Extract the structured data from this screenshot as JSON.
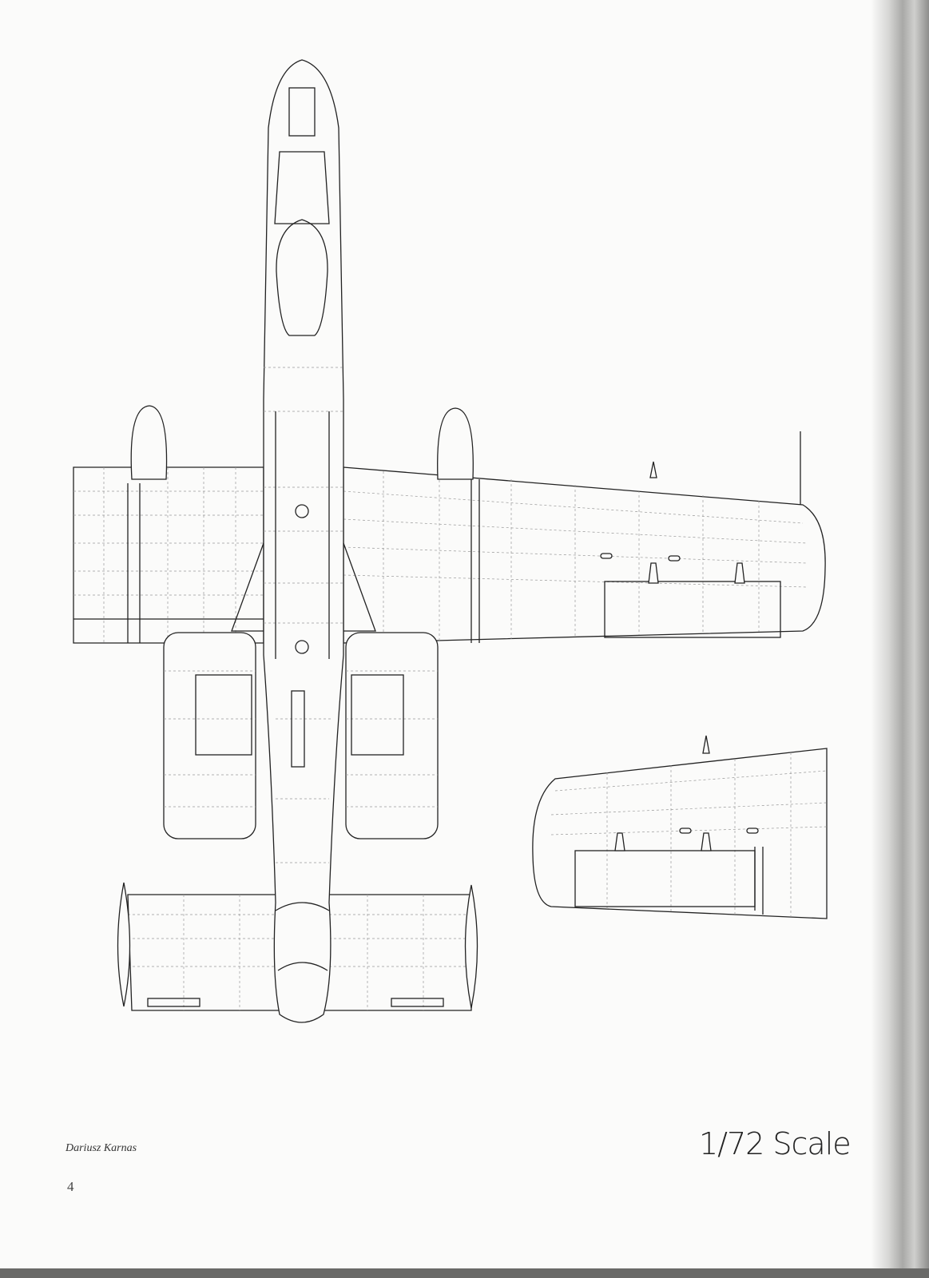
{
  "page": {
    "author": "Dariusz Karnas",
    "page_number": "4",
    "scale_label": "1/72 Scale"
  },
  "drawing": {
    "views": [
      "top-view",
      "wing-underside-detail"
    ]
  }
}
